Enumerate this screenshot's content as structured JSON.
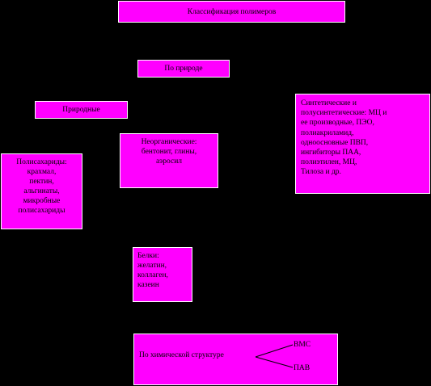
{
  "colors": {
    "background": "#000000",
    "box_fill": "#ff00ff",
    "box_border": "#ffffff",
    "text": "#000000"
  },
  "title": "Классификация полимеров",
  "by_nature": {
    "label": "По природе"
  },
  "natural": {
    "label": "Природные"
  },
  "synthetic": {
    "lines": [
      "Синтетические и",
      "полусинтетические: МЦ и",
      "ее производные, ПЭО,",
      "полиакриламид,",
      "одноосновные ПВП,",
      "ингибиторы ПАА,",
      "полиэтилен, МЦ,",
      "Тилоза и др."
    ]
  },
  "inorganic": {
    "lines": [
      "Неорганические:",
      "бентонит, глины,",
      "аэросил"
    ]
  },
  "polysaccharides": {
    "lines": [
      "Полисахариды:",
      "крахмал,",
      "пектин,",
      "альгинаты,",
      "микробные",
      "полисахариды"
    ]
  },
  "proteins": {
    "lines": [
      "Белки:",
      "желатин,",
      "коллаген,",
      "казеин"
    ]
  },
  "by_structure": {
    "label": "По химической структуре",
    "branches": [
      "ВМС",
      "ПАВ"
    ]
  }
}
